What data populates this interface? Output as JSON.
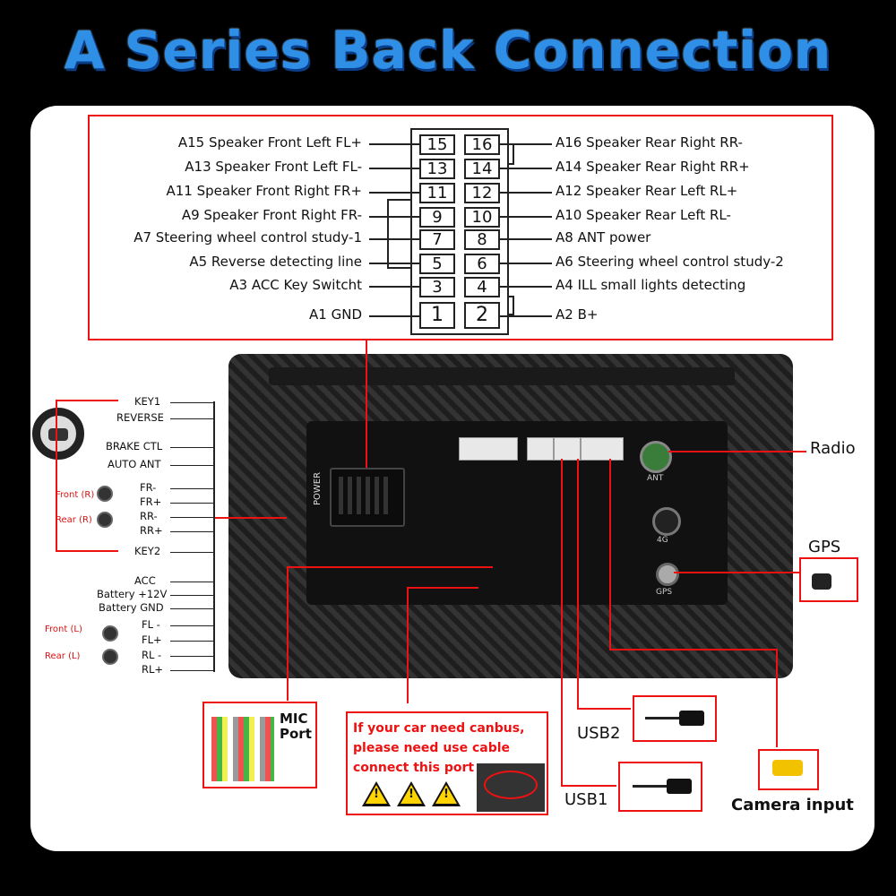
{
  "title": "A Series Back Connection",
  "pins_left": [
    {
      "label": "A15 Speaker Front Left FL+",
      "pin": "15"
    },
    {
      "label": "A13 Speaker Front Left FL-",
      "pin": "13"
    },
    {
      "label": "A11 Speaker Front Right FR+",
      "pin": "11"
    },
    {
      "label": "A9 Speaker Front Right FR-",
      "pin": "9"
    },
    {
      "label": "A7 Steering wheel control study-1",
      "pin": "7"
    },
    {
      "label": "A5 Reverse detecting line",
      "pin": "5"
    },
    {
      "label": "A3 ACC Key Switcht",
      "pin": "3"
    },
    {
      "label": "A1 GND",
      "pin": "1"
    }
  ],
  "pins_right": [
    {
      "label": "A16 Speaker Rear Right RR-",
      "pin": "16"
    },
    {
      "label": "A14 Speaker Rear Right RR+",
      "pin": "14"
    },
    {
      "label": "A12 Speaker Rear Left RL+",
      "pin": "12"
    },
    {
      "label": "A10 Speaker Rear Left RL-",
      "pin": "10"
    },
    {
      "label": "A8 ANT power",
      "pin": "8"
    },
    {
      "label": "A6 Steering wheel control study-2",
      "pin": "6"
    },
    {
      "label": "A4 ILL small lights detecting",
      "pin": "4"
    },
    {
      "label": "A2 B+",
      "pin": "2"
    }
  ],
  "harness": {
    "key1": "KEY1",
    "reverse": "REVERSE",
    "brake": "BRAKE CTL",
    "auto_ant": "AUTO ANT",
    "front_r": "Front (R)",
    "rear_r": "Rear (R)",
    "fr_minus": "FR-",
    "fr_plus": "FR+",
    "rr_minus": "RR-",
    "rr_plus": "RR+",
    "key2": "KEY2",
    "acc": "ACC",
    "battery12": "Battery +12V",
    "battery_gnd": "Battery GND",
    "front_l": "Front (L)",
    "rear_l": "Rear (L)",
    "fl_minus": "FL -",
    "fl_plus": "FL+",
    "rl_minus": "RL -",
    "rl_plus": "RL+"
  },
  "unit": {
    "power": "POWER",
    "ant": "ANT",
    "g4": "4G",
    "gps": "GPS"
  },
  "callouts": {
    "radio": "Radio",
    "gps": "GPS",
    "mic_port": [
      "MIC",
      "Port"
    ],
    "canbus": [
      "If your car need canbus,",
      "please need use cable",
      "connect this port"
    ],
    "usb2": "USB2",
    "usb1": "USB1",
    "camera": "Camera input"
  },
  "colors": {
    "accent_red": "#e11111",
    "title_blue": "#2f8fe6",
    "warning_yellow": "#ffd400"
  }
}
